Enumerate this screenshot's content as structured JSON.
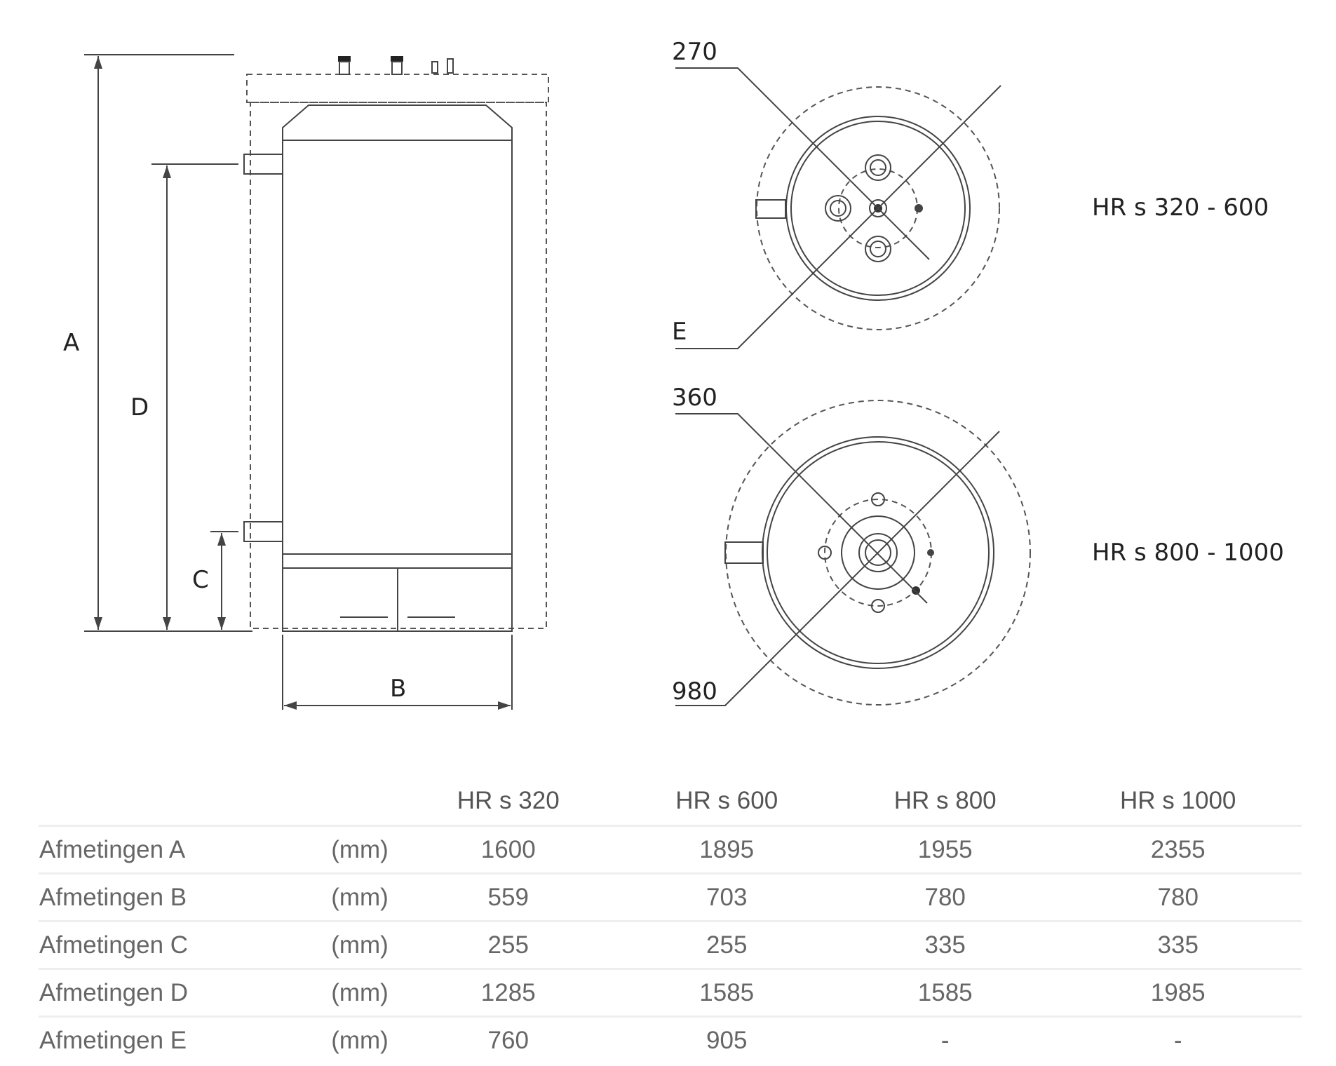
{
  "drawing": {
    "labels": {
      "A": "A",
      "B": "B",
      "C": "C",
      "D": "D"
    },
    "top_view_small": {
      "inner_label": "270",
      "outer_label": "E",
      "model": "HR s 320 - 600"
    },
    "top_view_large": {
      "inner_label": "360",
      "outer_label": "980",
      "model": "HR s 800 - 1000"
    }
  },
  "table": {
    "headers": [
      "HR s 320",
      "HR s 600",
      "HR s 800",
      "HR s 1000"
    ],
    "rows": [
      {
        "name": "Afmetingen A",
        "unit": "(mm)",
        "values": [
          "1600",
          "1895",
          "1955",
          "2355"
        ]
      },
      {
        "name": "Afmetingen B",
        "unit": "(mm)",
        "values": [
          "559",
          "703",
          "780",
          "780"
        ]
      },
      {
        "name": "Afmetingen C",
        "unit": "(mm)",
        "values": [
          "255",
          "255",
          "335",
          "335"
        ]
      },
      {
        "name": "Afmetingen D",
        "unit": "(mm)",
        "values": [
          "1285",
          "1585",
          "1585",
          "1985"
        ]
      },
      {
        "name": "Afmetingen E",
        "unit": "(mm)",
        "values": [
          "760",
          "905",
          "-",
          "-"
        ]
      }
    ]
  }
}
